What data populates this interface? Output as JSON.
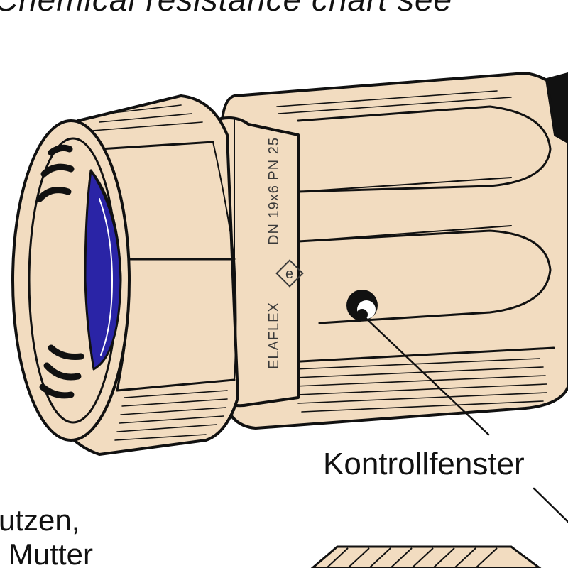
{
  "title_text": "Chemical resistance chart see",
  "callout": {
    "label": "Kontrollfenster"
  },
  "left_label": {
    "line1": "utzen,",
    "line2": "Mutter"
  },
  "engraving": {
    "spec": "DN 19x6 PN 25",
    "brand": "ELAFLEX",
    "logo_letter": "e"
  },
  "colors": {
    "body": "#f2dcc0",
    "outline": "#111111",
    "seal": "#2a24a6"
  }
}
